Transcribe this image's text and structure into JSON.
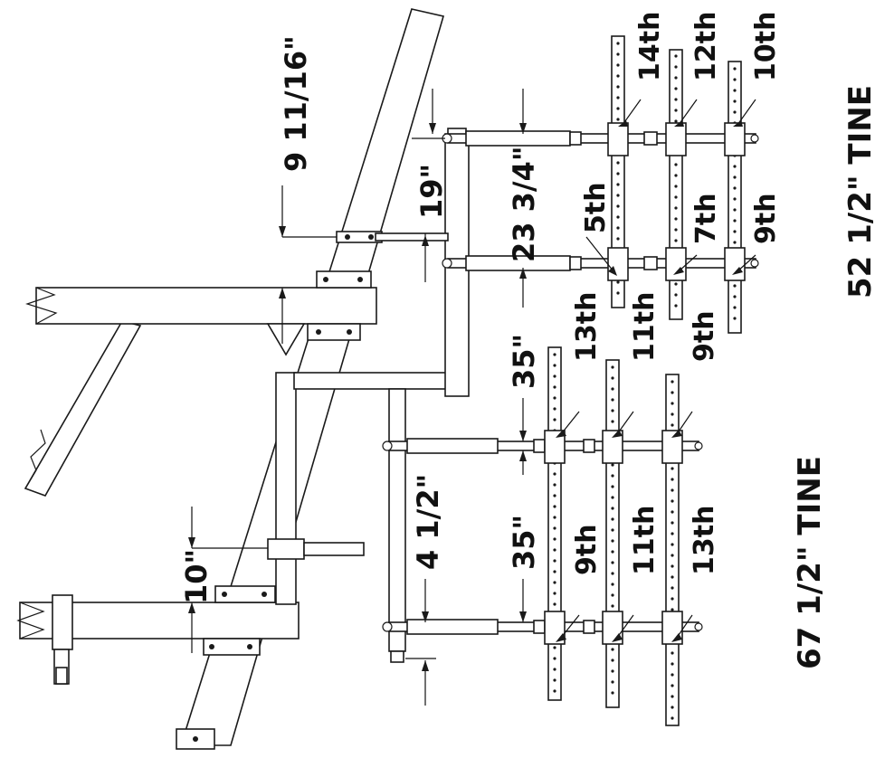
{
  "labels": {
    "tine_52": "52 1/2\" TINE",
    "tine_67": "67 1/2\" TINE",
    "dim_9_11_16": "9 11/16\"",
    "dim_19": "19\"",
    "dim_23_3_4": "23 3/4\"",
    "dim_35_upper": "35\"",
    "dim_35_lower": "35\"",
    "dim_4_1_2": "4 1/2\"",
    "dim_10": "10\"",
    "pos_14th": "14th",
    "pos_12th": "12th",
    "pos_10th": "10th",
    "pos_5th": "5th",
    "pos_7th": "7th",
    "pos_9th_a": "9th",
    "pos_13th_a": "13th",
    "pos_11th_a": "11th",
    "pos_9th_b": "9th",
    "pos_9th_c": "9th",
    "pos_11th_b": "11th",
    "pos_13th_b": "13th"
  },
  "colors": {
    "line": "#1a1a1a",
    "background": "#ffffff"
  }
}
